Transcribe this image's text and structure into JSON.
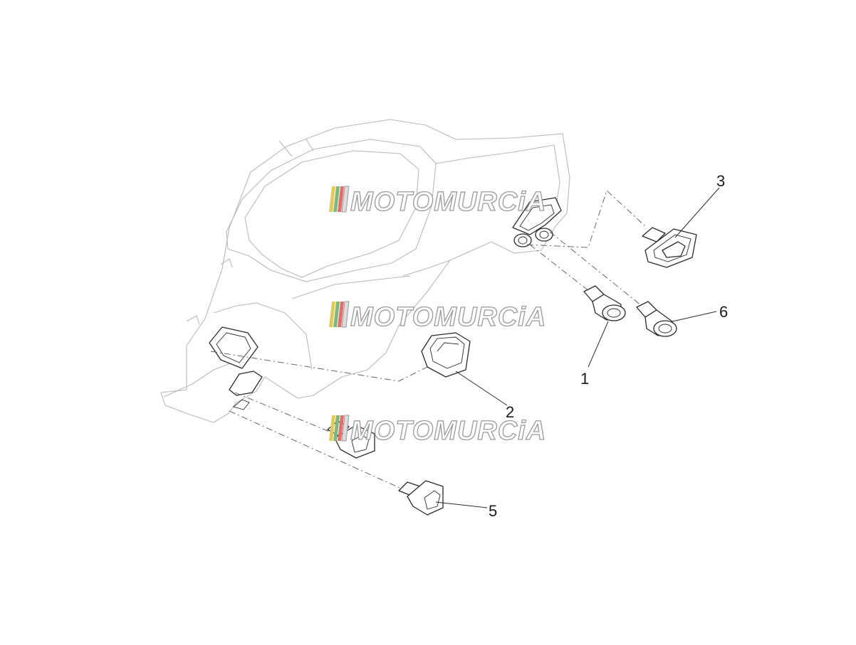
{
  "callouts": [
    {
      "id": "1",
      "label": "1"
    },
    {
      "id": "2",
      "label": "2"
    },
    {
      "id": "3",
      "label": "3"
    },
    {
      "id": "5",
      "label": "5"
    },
    {
      "id": "6",
      "label": "6"
    }
  ],
  "watermark": {
    "text": "MOTOMURCiA",
    "stripe_colors": [
      "#e3c85a",
      "#7fb77e",
      "#e46d6d",
      "#dcdcdc"
    ],
    "outline_color": "#9a9a9a"
  },
  "colors": {
    "line": "#2a2a2a",
    "ghost_line": "#b9b9b9",
    "background": "#ffffff"
  }
}
